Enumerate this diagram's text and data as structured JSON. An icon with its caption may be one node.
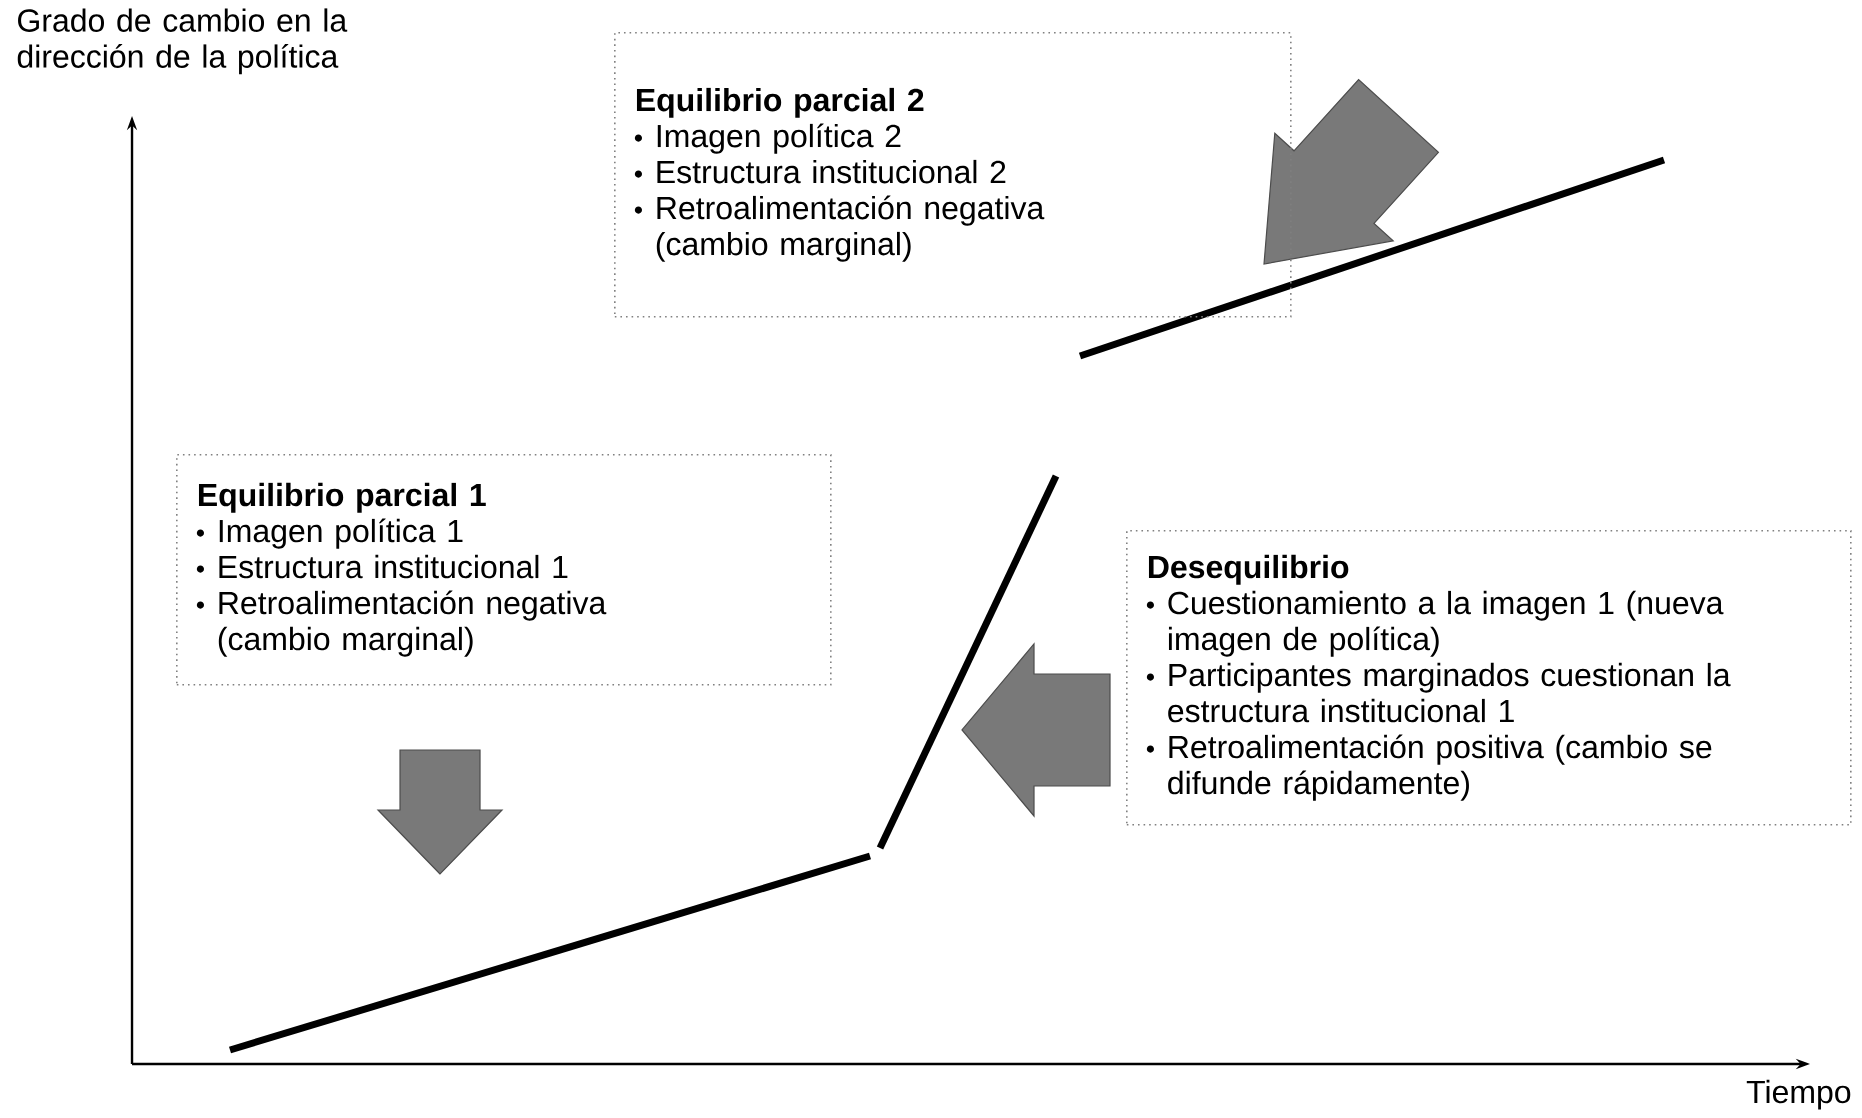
{
  "diagram": {
    "nodes": [
      {
        "text": [
          "Equilibrio parcial 2",
          "Imagen política 2",
          "Estructura institucional 2",
          "Retroalimentación negativa (cambio marginal)"
        ]
      },
      {
        "text": [
          "Equilibrio parcial 1",
          "Imagen política 1",
          "Estructura institucional 1",
          "Retroalimentación negativa (cambio marginal)"
        ]
      },
      {
        "text": [
          "Desequilibrio",
          "Cuestionamiento a la imagen 1 (nueva imagen de política)",
          "Participantes marginados cuestionan la estructura institucional 1",
          "Retroalimentación positiva (cambio se difunde rápidamente)"
        ]
      }
    ],
    "labels": [
      "Grado de cambio en la dirección de la política",
      "Tiempo"
    ]
  }
}
